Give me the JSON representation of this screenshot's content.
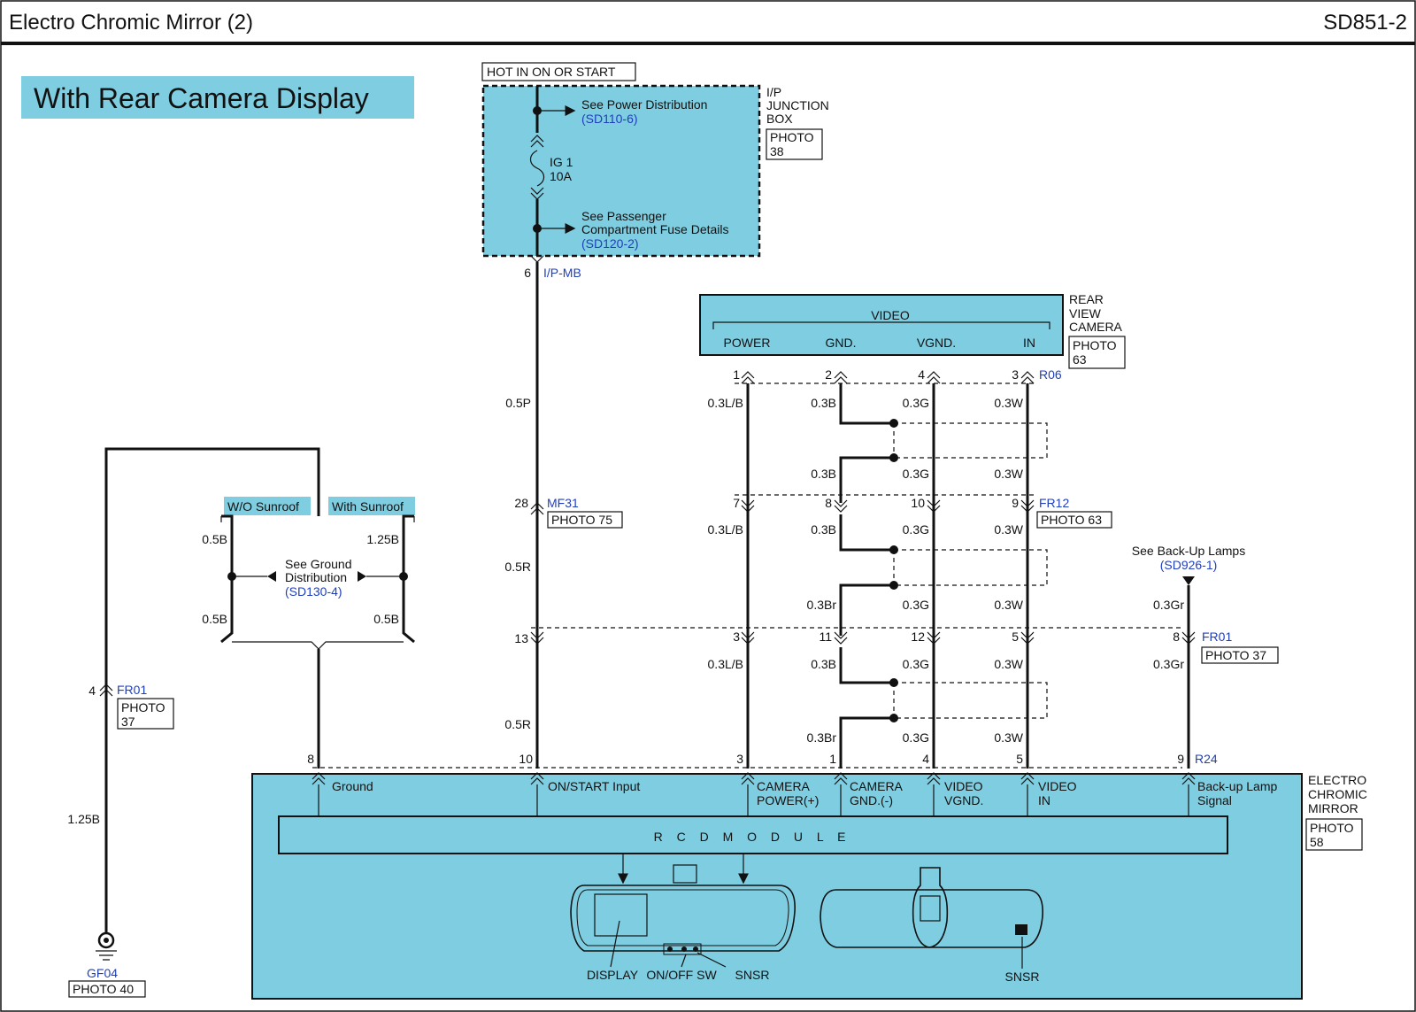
{
  "header": {
    "title": "Electro Chromic Mirror (2)",
    "code": "SD851-2"
  },
  "banner": "With Rear Camera Display",
  "hot_label": "HOT IN ON OR START",
  "junction": {
    "name_1": "I/P",
    "name_2": "JUNCTION",
    "name_3": "BOX",
    "photo_1": "PHOTO",
    "photo_2": "38",
    "see_power": "See Power Distribution",
    "see_power_ref": "(SD110-6)",
    "fuse_1": "IG 1",
    "fuse_2": "10A",
    "see_pass_1": "See Passenger",
    "see_pass_2": "Compartment Fuse Details",
    "see_pass_ref": "(SD120-2)",
    "pin": "6",
    "conn": "I/P-MB"
  },
  "camera": {
    "name_1": "REAR",
    "name_2": "VIEW",
    "name_3": "CAMERA",
    "photo_1": "PHOTO",
    "photo_2": "63",
    "video": "VIDEO",
    "power": "POWER",
    "gnd": "GND.",
    "vgnd": "VGND.",
    "in": "IN",
    "conn": "R06",
    "pins": [
      "1",
      "2",
      "4",
      "3"
    ]
  },
  "wires": {
    "p05": "0.5P",
    "r05a": "0.5R",
    "r05b": "0.5R",
    "lb1": "0.3L/B",
    "lb2": "0.3L/B",
    "lb3": "0.3L/B",
    "b1": "0.3B",
    "b2": "0.3B",
    "b3": "0.3B",
    "br1": "0.3Br",
    "b4": "0.3B",
    "br2": "0.3Br",
    "g1": "0.3G",
    "g2": "0.3G",
    "g3": "0.3G",
    "g4": "0.3G",
    "g5": "0.3G",
    "g6": "0.3G",
    "w1": "0.3W",
    "w2": "0.3W",
    "w3": "0.3W",
    "w4": "0.3W",
    "w5": "0.3W",
    "w6": "0.3W",
    "gr1": "0.3Gr",
    "gr2": "0.3Gr",
    "b05a": "0.5B",
    "b125a": "1.25B",
    "b05b": "0.5B",
    "b05c": "0.5B",
    "b125b": "1.25B"
  },
  "mf31": {
    "pin": "28",
    "conn": "MF31",
    "photo": "PHOTO 75"
  },
  "fr12": {
    "conn": "FR12",
    "photo": "PHOTO 63",
    "pins": [
      "7",
      "8",
      "10",
      "9"
    ]
  },
  "fr01": {
    "pins": [
      "13",
      "3",
      "11",
      "12",
      "5",
      "8"
    ],
    "conn": "FR01",
    "photo": "PHOTO 37"
  },
  "left_fr01": {
    "pin": "4",
    "conn": "FR01",
    "photo_1": "PHOTO",
    "photo_2": "37"
  },
  "sunroof": {
    "wo": "W/O Sunroof",
    "with": "With Sunroof",
    "see_1": "See Ground",
    "see_2": "Distribution",
    "see_ref": "(SD130-4)"
  },
  "backup": {
    "see": "See Back-Up Lamps",
    "ref": "(SD926-1)"
  },
  "ground": {
    "conn": "GF04",
    "photo": "PHOTO 40"
  },
  "mirror": {
    "name_1": "ELECTRO",
    "name_2": "CHROMIC",
    "name_3": "MIRROR",
    "photo_1": "PHOTO",
    "photo_2": "58",
    "conn": "R24",
    "pins": [
      "8",
      "10",
      "3",
      "1",
      "4",
      "5",
      "9"
    ],
    "ground": "Ground",
    "onstart": "ON/START Input",
    "cam_pwr_1": "CAMERA",
    "cam_pwr_2": "POWER(+)",
    "cam_gnd_1": "CAMERA",
    "cam_gnd_2": "GND.(-)",
    "vgnd_1": "VIDEO",
    "vgnd_2": "VGND.",
    "vin_1": "VIDEO",
    "vin_2": "IN",
    "backup_1": "Back-up Lamp",
    "backup_2": "Signal",
    "module": "R C D   M O D U L E",
    "display": "DISPLAY",
    "onoff": "ON/OFF SW",
    "snsr1": "SNSR",
    "snsr2": "SNSR"
  },
  "colors": {
    "box_fill": "#7fcde0",
    "ref_text": "#1f3fbf"
  }
}
